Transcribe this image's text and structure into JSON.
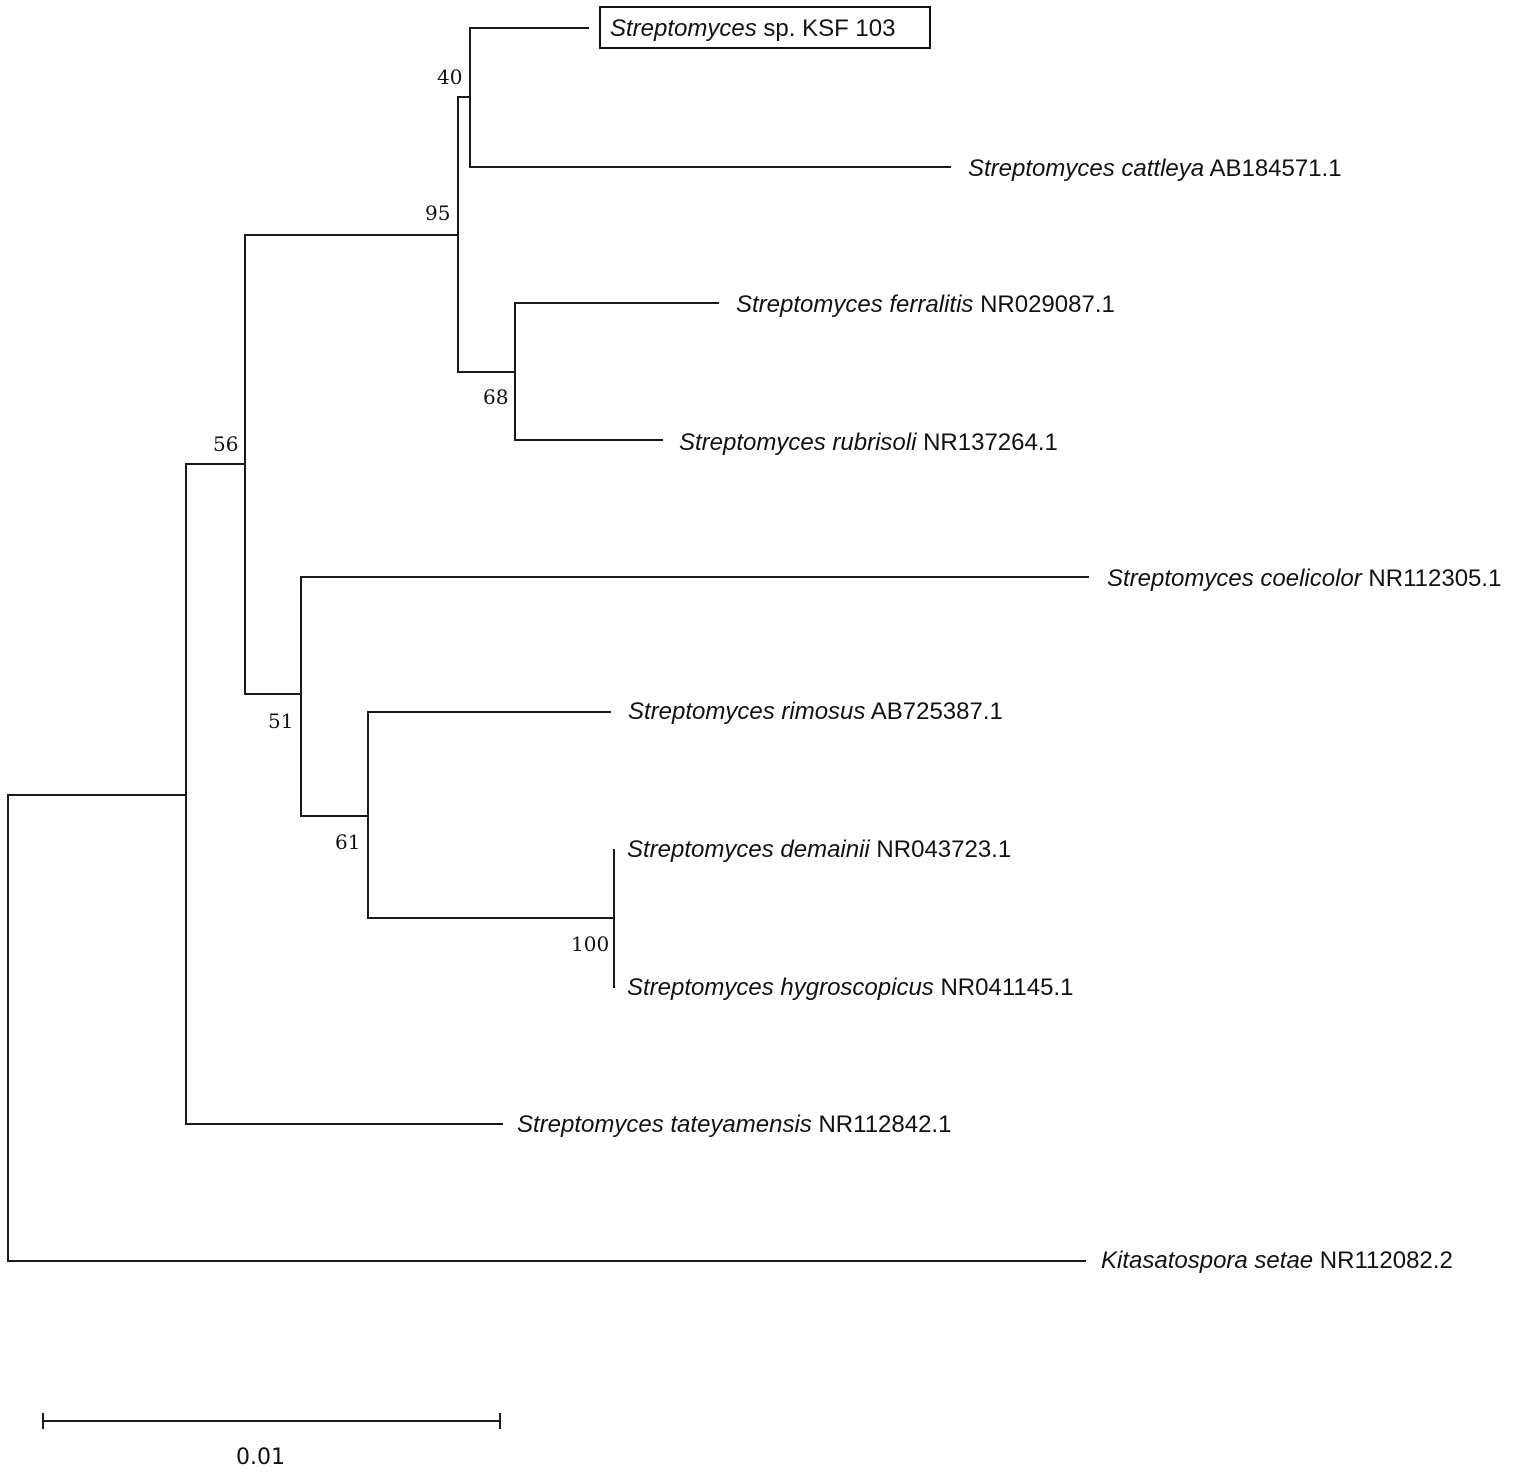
{
  "taxa": [
    {
      "id": "ksf103",
      "genus": "Streptomyces",
      "rest": " sp. KSF 103",
      "highlighted": true
    },
    {
      "id": "cattleya",
      "genus": "Streptomyces cattleya",
      "rest": " AB184571.1",
      "highlighted": false
    },
    {
      "id": "ferralitis",
      "genus": "Streptomyces ferralitis",
      "rest": " NR029087.1",
      "highlighted": false
    },
    {
      "id": "rubrisoli",
      "genus": "Streptomyces rubrisoli",
      "rest": " NR137264.1",
      "highlighted": false
    },
    {
      "id": "coelicolor",
      "genus": "Streptomyces coelicolor",
      "rest": " NR112305.1",
      "highlighted": false
    },
    {
      "id": "rimosus",
      "genus": "Streptomyces rimosus",
      "rest": " AB725387.1",
      "highlighted": false
    },
    {
      "id": "demainii",
      "genus": "Streptomyces demainii",
      "rest": " NR043723.1",
      "highlighted": false
    },
    {
      "id": "hygroscopicus",
      "genus": "Streptomyces hygroscopicus",
      "rest": " NR041145.1",
      "highlighted": false
    },
    {
      "id": "tateyamensis",
      "genus": "Streptomyces tateyamensis",
      "rest": " NR112842.1",
      "highlighted": false
    },
    {
      "id": "kitasatospora",
      "genus": "Kitasatospora setae",
      "rest": " NR112082.2",
      "highlighted": false
    }
  ],
  "bootstrap_values": {
    "n40": "40",
    "n95": "95",
    "n68": "68",
    "n56": "56",
    "n51": "51",
    "n61": "61",
    "n100": "100"
  },
  "scale_bar": {
    "label": "0.01"
  },
  "colors": {
    "line": "#1a1a1a",
    "text": "#111111",
    "background": "#ffffff"
  }
}
